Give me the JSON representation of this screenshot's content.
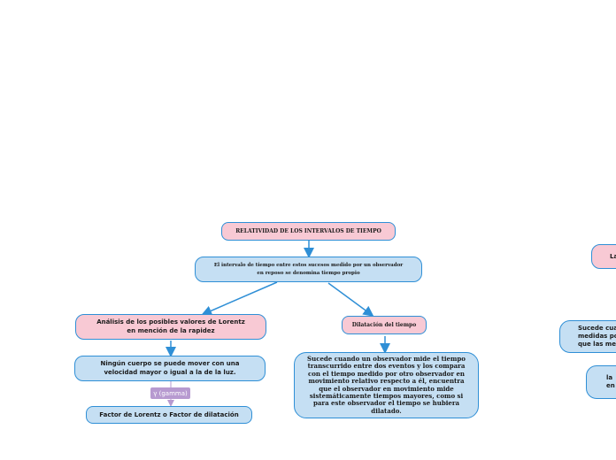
{
  "nodes": {
    "root": "RELATIVIDAD DE LOS INTERVALOS DE TIEMPO",
    "definition": "El intervalo de tiempo entre estos sucesos medido por un observador en reposo se denomina tiempo propio",
    "lorentz_analysis": "Análisis de los posibles valores de Lorentz en mención de la rapidez",
    "time_dilation": "Dilatación del tiempo",
    "speed_limit": "Ningún cuerpo se puede mover con una velocidad mayor o igual a la de la luz.",
    "gamma_label": "γ (gamma)",
    "lorentz_factor": "Factor de Lorentz o Factor de dilatación",
    "dilation_description": "Sucede cuando un observador mide el tiempo transcurrido entre dos eventos y los compara con el tiempo medido por otro observador en movimiento relativo respecto a él, encuentra que el observador en movimiento mide sistemáticamente tiempos mayores, como si para este observador el tiempo se hubiera dilatado.",
    "right_partial_1": "La",
    "right_partial_2": "Sucede cua\nmedidas po\nque las me",
    "right_partial_3": "la\nen"
  },
  "colors": {
    "pink": "#f8c9d4",
    "blue": "#c5dff3",
    "border": "#2f8fd6",
    "arrow": "#2f8fd6",
    "gamma_tag": "#b79ad0",
    "gamma_arrow": "#b79ad0"
  }
}
